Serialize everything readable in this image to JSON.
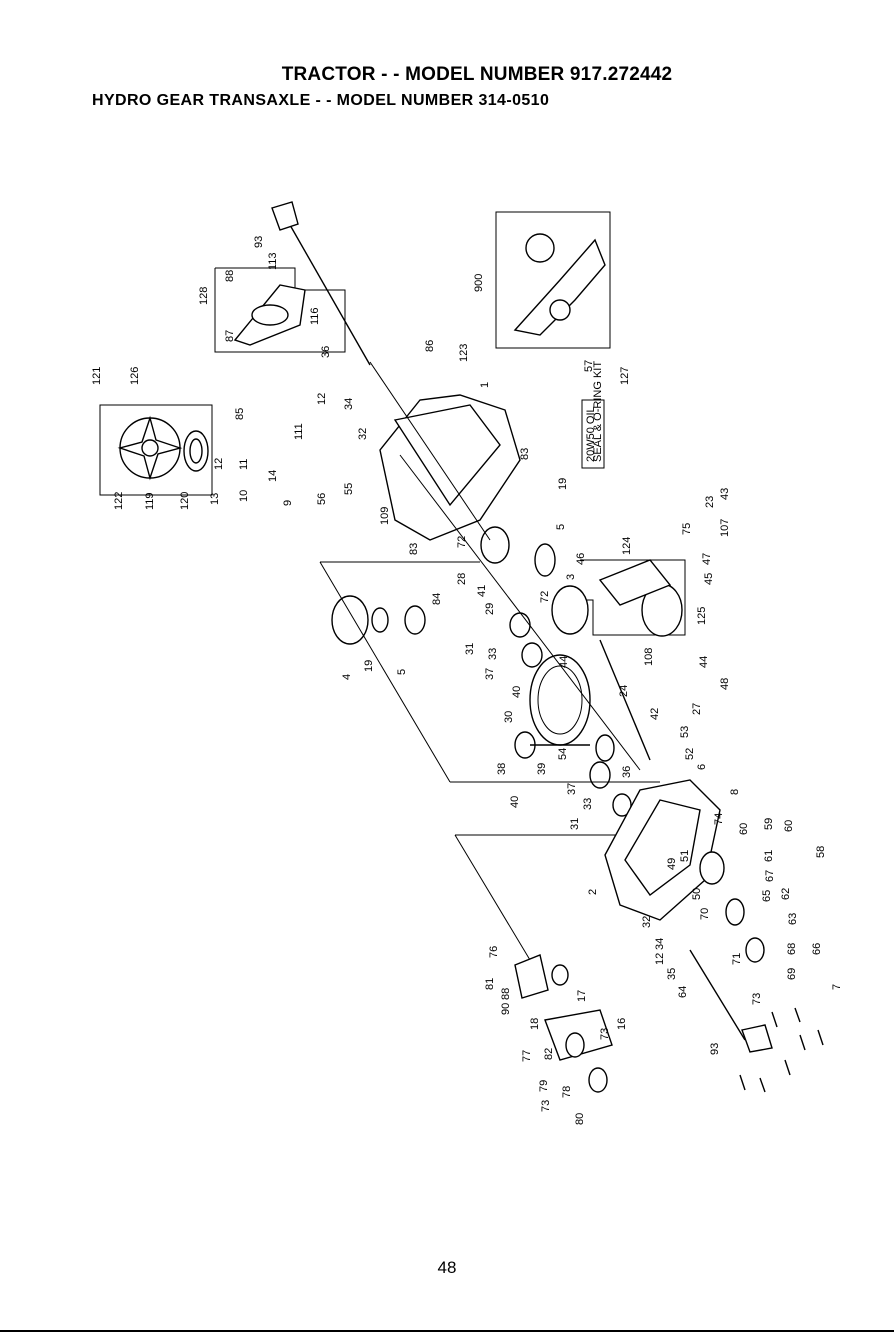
{
  "header": {
    "title": "TRACTOR - - MODEL NUMBER 917.272442",
    "subtitle": "HYDRO GEAR TRANSAXLE - - MODEL NUMBER 314-0510"
  },
  "diagram": {
    "oil_label_line1": "20W50 OIL",
    "oil_label_line2": "SEAL & O-RING KIT",
    "callouts": {
      "c121": "121",
      "c126": "126",
      "c122": "122",
      "c119": "119",
      "c120": "120",
      "c12a": "12",
      "c13": "13",
      "c10": "10",
      "c11": "11",
      "c14": "14",
      "c9": "9",
      "c85": "85",
      "c111": "111",
      "c56": "56",
      "c55": "55",
      "c109": "109",
      "c128": "128",
      "c88a": "88",
      "c93a": "93",
      "c113": "113",
      "c87": "87",
      "c116": "116",
      "c36": "36",
      "c12b": "12",
      "c34a": "34",
      "c32a": "32",
      "c86": "86",
      "c123": "123",
      "c1": "1",
      "c83a": "83",
      "c19a": "19",
      "c900": "900",
      "c57": "57",
      "c127": "127",
      "c83b": "83",
      "c84": "84",
      "c72a": "72",
      "c28": "28",
      "c41": "41",
      "c29": "29",
      "c5a": "5",
      "c46": "46",
      "c3": "3",
      "c72b": "72",
      "c124": "124",
      "c23": "23",
      "c75": "75",
      "c43": "43",
      "c47": "47",
      "c107": "107",
      "c45": "45",
      "c125": "125",
      "c4": "4",
      "c19b": "19",
      "c5b": "5",
      "c31a": "31",
      "c33a": "33",
      "c37a": "37",
      "c40a": "40",
      "c44a": "44",
      "c108": "108",
      "c44b": "44",
      "c30": "30",
      "c24": "24",
      "c42": "42",
      "c48": "48",
      "c27": "27",
      "c53": "53",
      "c52": "52",
      "c38": "38",
      "c39": "39",
      "c54": "54",
      "c36b": "36",
      "c37b": "37",
      "c40b": "40",
      "c6": "6",
      "c33b": "33",
      "c31b": "31",
      "c8": "8",
      "c74": "74",
      "c60a": "60",
      "c59": "59",
      "c60b": "60",
      "c51": "51",
      "c49": "49",
      "c61": "61",
      "c58": "58",
      "c2": "2",
      "c50": "50",
      "c67": "67",
      "c65": "65",
      "c70": "70",
      "c62": "62",
      "c32b": "32",
      "c34b": "34",
      "c12c": "12",
      "c63": "63",
      "c35": "35",
      "c71": "71",
      "c68": "68",
      "c64": "64",
      "c66": "66",
      "c69": "69",
      "c73a": "73",
      "c7": "7",
      "c76": "76",
      "c81": "81",
      "c88b": "88",
      "c90": "90",
      "c17": "17",
      "c18": "18",
      "c73b": "73",
      "c16": "16",
      "c77": "77",
      "c82": "82",
      "c79": "79",
      "c78": "78",
      "c73c": "73",
      "c80": "80",
      "c93b": "93"
    }
  },
  "footer": {
    "page_number": "48"
  }
}
